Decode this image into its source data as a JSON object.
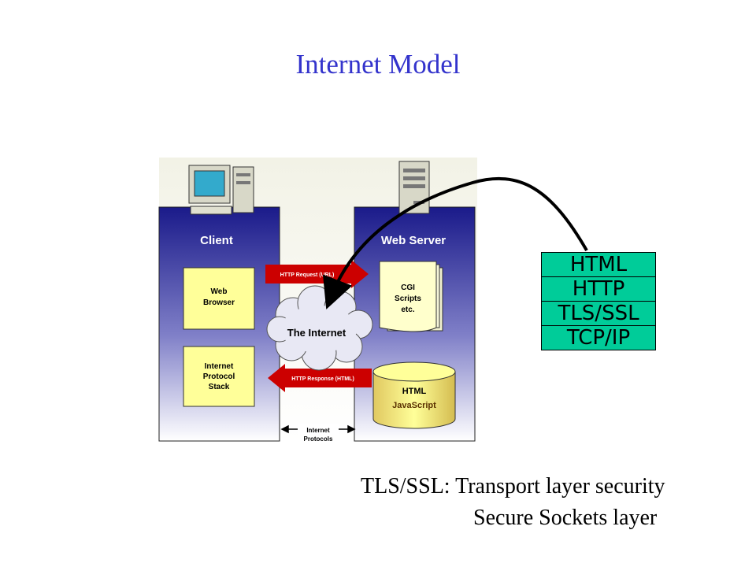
{
  "title": "Internet Model",
  "diagram": {
    "client_label": "Client",
    "server_label": "Web Server",
    "web_browser": [
      "Web",
      "Browser"
    ],
    "protocol_stack": [
      "Internet",
      "Protocol",
      "Stack"
    ],
    "cgi": [
      "CGI",
      "Scripts",
      "etc."
    ],
    "db": [
      "HTML",
      "JavaScript"
    ],
    "cloud_label": "The Internet",
    "request_label": "HTTP Request (URL)",
    "response_label": "HTTP Response (HTML)",
    "protocols_label": [
      "Internet",
      "Protocols"
    ]
  },
  "stack_layers": [
    "HTML",
    "HTTP",
    "TLS/SSL",
    "TCP/IP"
  ],
  "caption": {
    "line1": "TLS/SSL: Transport layer security",
    "line2": "Secure Sockets layer"
  },
  "colors": {
    "title": "#3333cc",
    "panel_top": "#1a1a8a",
    "panel_bottom": "#ffffff",
    "box_fill": "#ffff99",
    "arrow_red": "#cc0000",
    "stack_fill": "#00cc99"
  }
}
